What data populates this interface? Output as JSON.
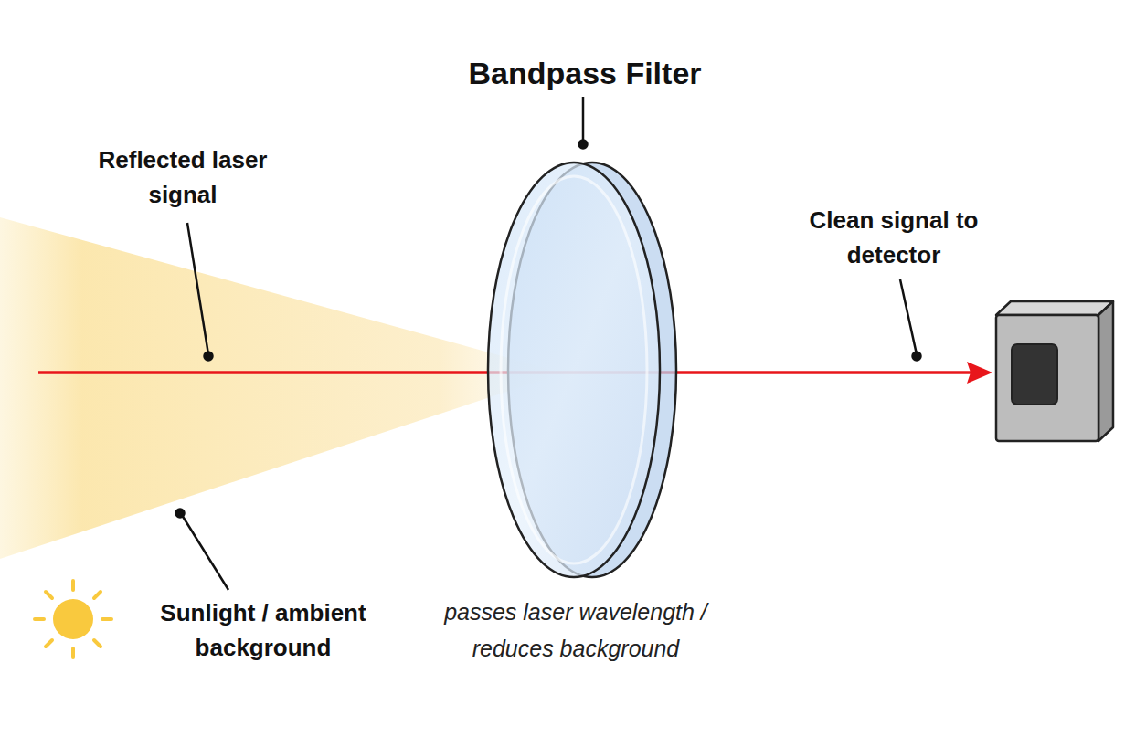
{
  "diagram": {
    "nodes": [
      {
        "text": [
          "Bandpass Filter"
        ]
      }
    ],
    "labels": [
      "Reflected laser signal",
      "Clean signal to detector",
      "Sunlight / ambient background",
      "passes laser wavelength / reduces background"
    ]
  }
}
